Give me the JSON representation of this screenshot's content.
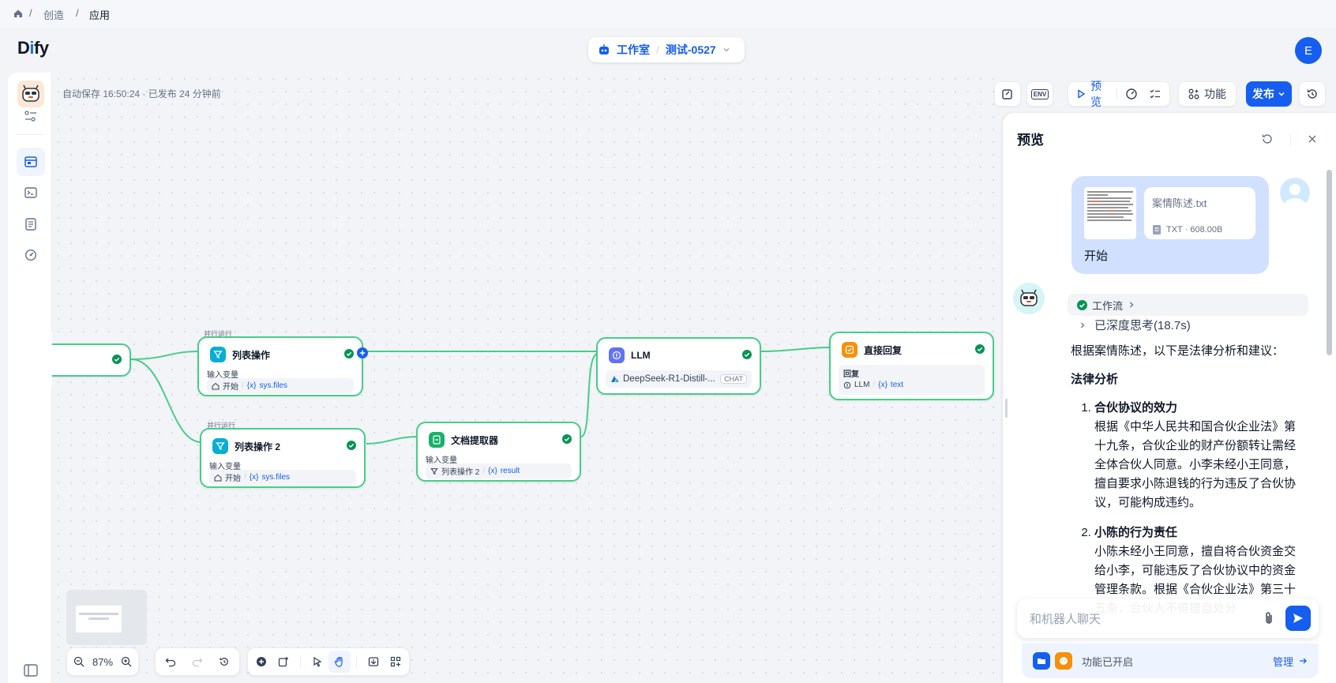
{
  "breadcrumb": {
    "items": [
      "创造",
      "应用"
    ]
  },
  "brand": {
    "logo_main": "D",
    "logo_i": "i",
    "logo_rest": "fy",
    "accent_color": "#155eef"
  },
  "app_switcher": {
    "studio": "工作室",
    "app_name": "测试-0527"
  },
  "user": {
    "initial": "E"
  },
  "status": {
    "autosave": "自动保存 16:50:24 · 已发布 24 分钟前"
  },
  "toolbar": {
    "env": "ENV",
    "preview": "预览",
    "features": "功能",
    "publish": "发布"
  },
  "nodes": {
    "start_partial": {},
    "list_op_1": {
      "parallel": "并行运行",
      "title": "列表操作",
      "input_label": "输入变量",
      "var_node": "开始",
      "var_name": "sys.files"
    },
    "list_op_2": {
      "parallel": "并行运行",
      "title": "列表操作 2",
      "input_label": "输入变量",
      "var_node": "开始",
      "var_name": "sys.files"
    },
    "doc_extractor": {
      "title": "文档提取器",
      "input_label": "输入变量",
      "var_node": "列表操作 2",
      "var_name": "result"
    },
    "llm": {
      "title": "LLM",
      "model": "DeepSeek-R1-Distill-...",
      "mode": "CHAT"
    },
    "answer": {
      "title": "直接回复",
      "label": "回复",
      "var_node": "LLM",
      "var_name": "text"
    }
  },
  "zoom": {
    "level": "87%"
  },
  "preview_panel": {
    "title": "预览",
    "user_message": {
      "file_name": "案情陈述.txt",
      "file_meta": "TXT · 608.00B",
      "text": "开始"
    },
    "bot": {
      "workflow": "工作流",
      "thinking": "已深度思考(18.7s)",
      "intro": "根据案情陈述，以下是法律分析和建议：",
      "heading": "法律分析",
      "items": [
        {
          "title": "合伙协议的效力",
          "body": "根据《中华人民共和国合伙企业法》第十九条，合伙企业的财产份额转让需经全体合伙人同意。小李未经小王同意，擅自要求小陈退钱的行为违反了合伙协议，可能构成违约。"
        },
        {
          "title": "小陈的行为责任",
          "body": "小陈未经小王同意，擅自将合伙资金交给小李，可能违反了合伙协议中的资金管理条款。根据《合伙企业法》第三十五条，合伙人不得擅自处分"
        }
      ]
    },
    "input_placeholder": "和机器人聊天",
    "features_enabled": "功能已开启",
    "manage": "管理"
  }
}
